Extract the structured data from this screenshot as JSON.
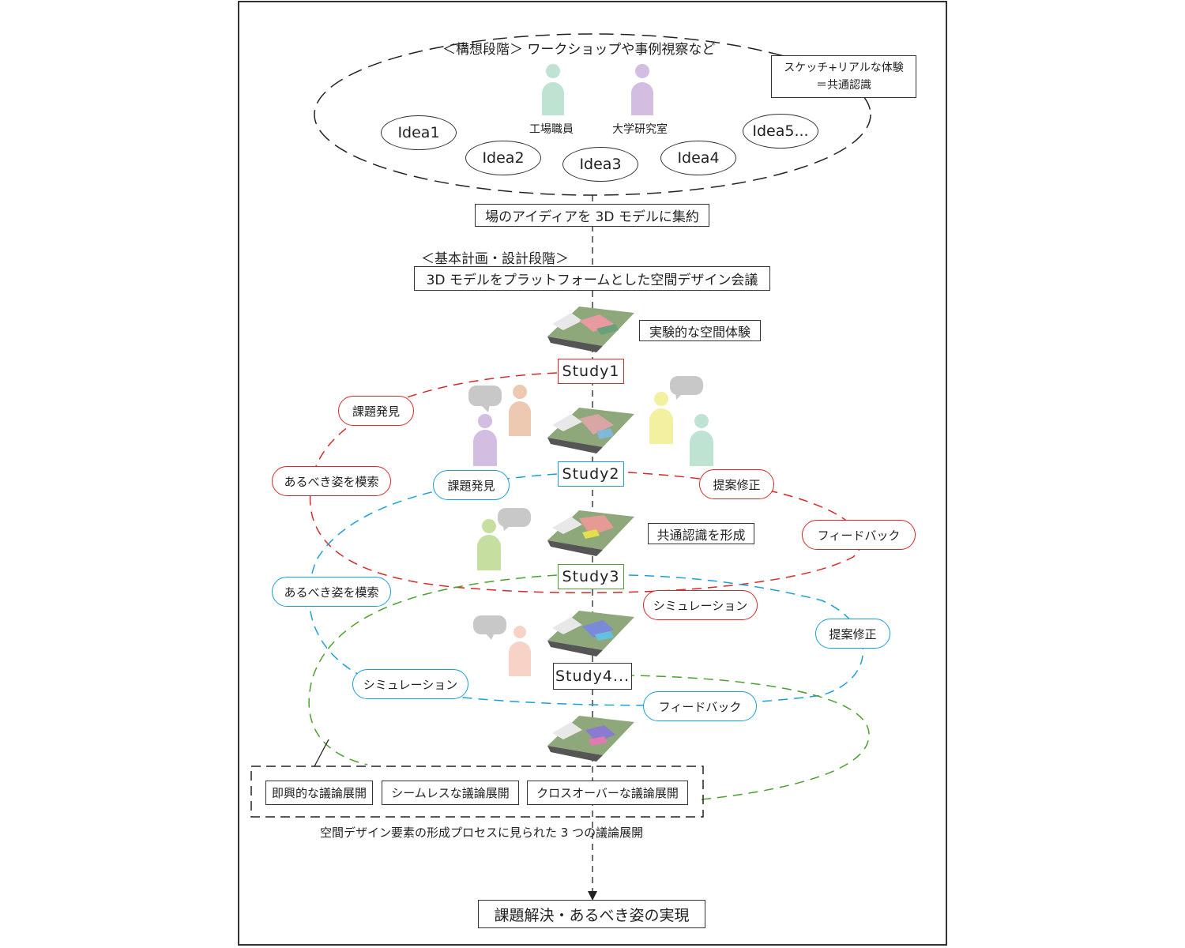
{
  "concept": {
    "heading": "＜構想段階＞ ワークショップや事例視察など",
    "callout_line1": "スケッチ+リアルな体験",
    "callout_line2": "＝共通認識",
    "person_factory": "工場職員",
    "person_university": "大学研究室",
    "ideas": [
      "Idea1",
      "Idea2",
      "Idea3",
      "Idea4",
      "Idea5..."
    ]
  },
  "step_aggregate": "場のアイディアを 3D モデルに集約",
  "phase_basic": "＜基本計画・設計段階＞",
  "step_conference": "3D モデルをプラットフォームとした空間デザイン会議",
  "label_experiment": "実験的な空間体験",
  "label_consensus": "共通認識を形成",
  "studies": [
    "Study1",
    "Study2",
    "Study3",
    "Study4..."
  ],
  "red_cycle": [
    "課題発見",
    "あるべき姿を模索",
    "提案修正",
    "フィードバック",
    "シミュレーション"
  ],
  "blue_cycle": [
    "課題発見",
    "あるべき姿を模索",
    "シミュレーション",
    "フィードバック",
    "提案修正"
  ],
  "discussion_types": [
    "即興的な議論展開",
    "シームレスな議論展開",
    "クロスオーバーな議論展開"
  ],
  "discussion_caption": "空間デザイン要素の形成プロセスに見られた 3 つの議論展開",
  "final": "課題解決・あるべき姿の実現",
  "colors": {
    "red": "#d42a2a",
    "blue": "#1a9fd8",
    "green": "#4aa02c",
    "person_mint": "#bfe3d2",
    "person_lavender": "#d3bde0",
    "person_peach": "#eec9b1",
    "person_yellow": "#f3f0a0",
    "person_green": "#c6dea0",
    "person_pink": "#f6d3c6",
    "speech_bubble": "#c8c8c8"
  }
}
